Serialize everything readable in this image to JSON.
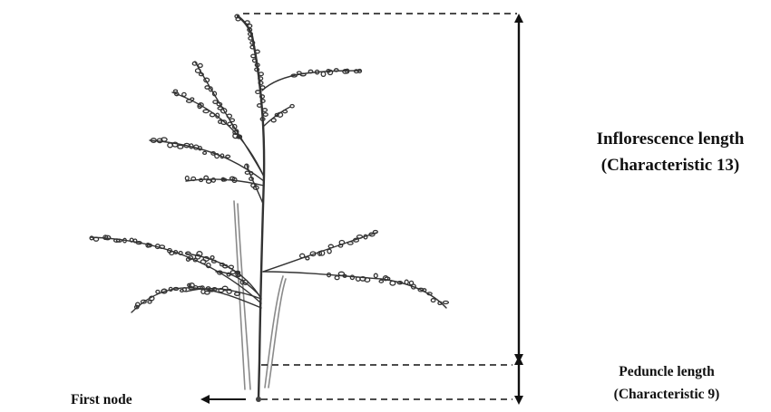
{
  "labels": {
    "inflorescence_title": "Inflorescence length",
    "inflorescence_char": "(Characteristic 13)",
    "peduncle_title": "Peduncle length",
    "peduncle_char": "(Characteristic 9)",
    "first_node": "First node"
  },
  "colors": {
    "ink": "#111111",
    "stem": "#333333",
    "leaf": "#8a8a8a",
    "background": "#ffffff"
  }
}
